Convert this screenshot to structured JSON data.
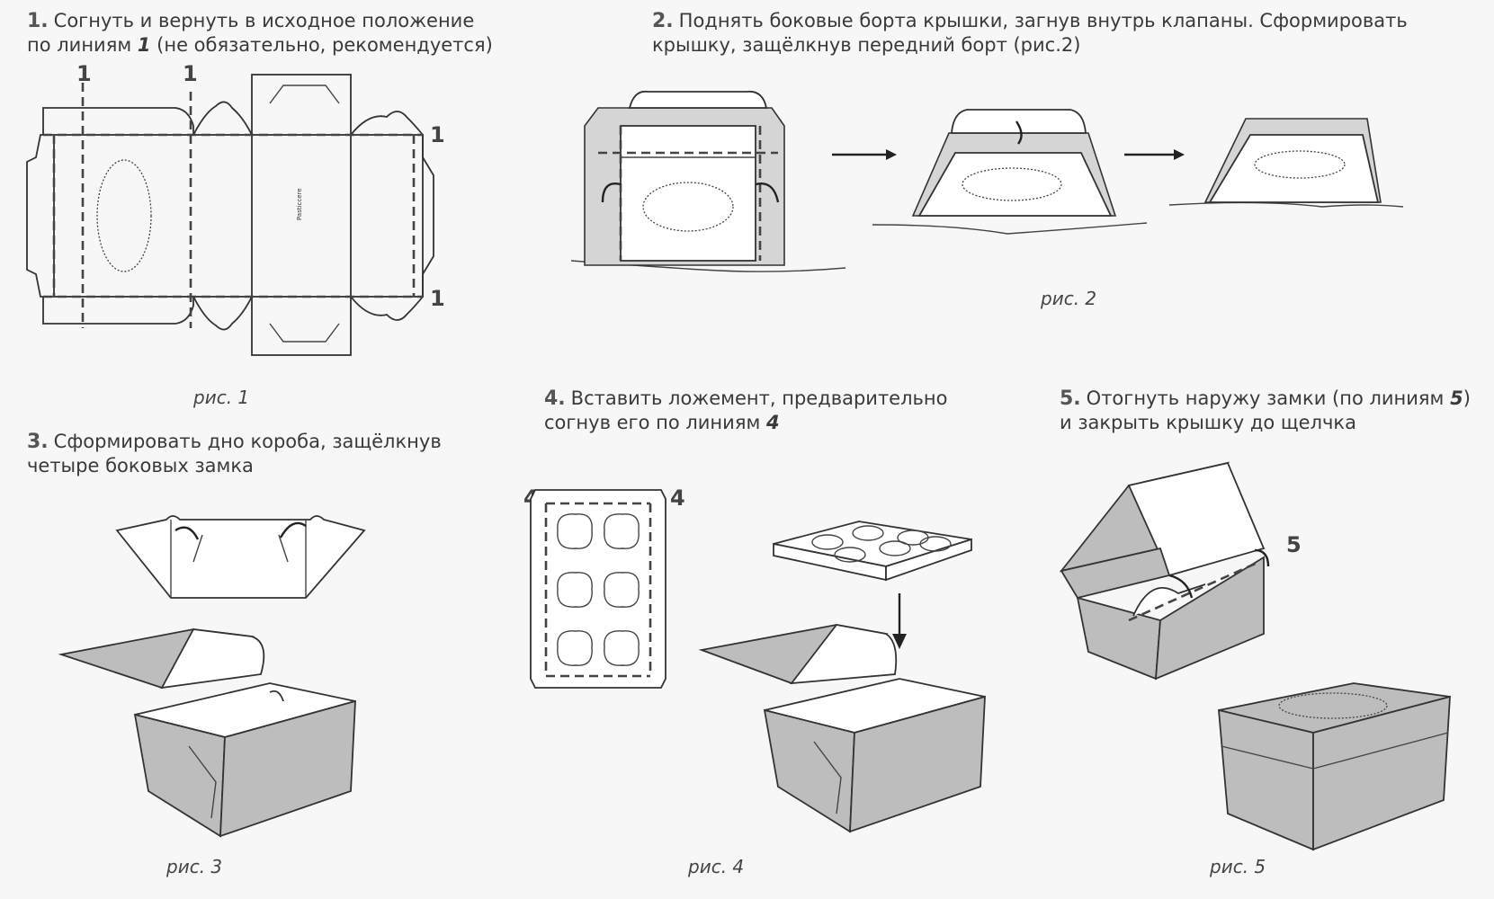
{
  "steps": [
    {
      "num": "1.",
      "line1": "Согнуть и вернуть в исходное положение",
      "line2": "по линиям ",
      "line2_em": "1",
      "line2_rest": " (не обязательно, рекомендуется)"
    },
    {
      "num": "2.",
      "line1": "Поднять боковые борта крышки, загнув внутрь клапаны. Сформировать",
      "line2": "крышку, защёлкнув передний борт (рис.2)"
    },
    {
      "num": "3.",
      "line1": "Сформировать дно короба, защёлкнув",
      "line2": "четыре боковых замка"
    },
    {
      "num": "4.",
      "line1": "Вставить ложемент, предварительно",
      "line2": "согнув его по линиям ",
      "line2_em": "4"
    },
    {
      "num": "5.",
      "line1": "Отогнуть наружу замки (по линиям ",
      "line1_em": "5",
      "line1_rest": ")",
      "line2": "и закрыть крышку до щелчка"
    }
  ],
  "captions": {
    "fig1": "рис. 1",
    "fig2": "рис. 2",
    "fig3": "рис. 3",
    "fig4": "рис. 4",
    "fig5": "рис. 5"
  },
  "fold_labels": {
    "one": "1",
    "four": "4",
    "five": "5"
  },
  "logo_text": "Pasticcere"
}
